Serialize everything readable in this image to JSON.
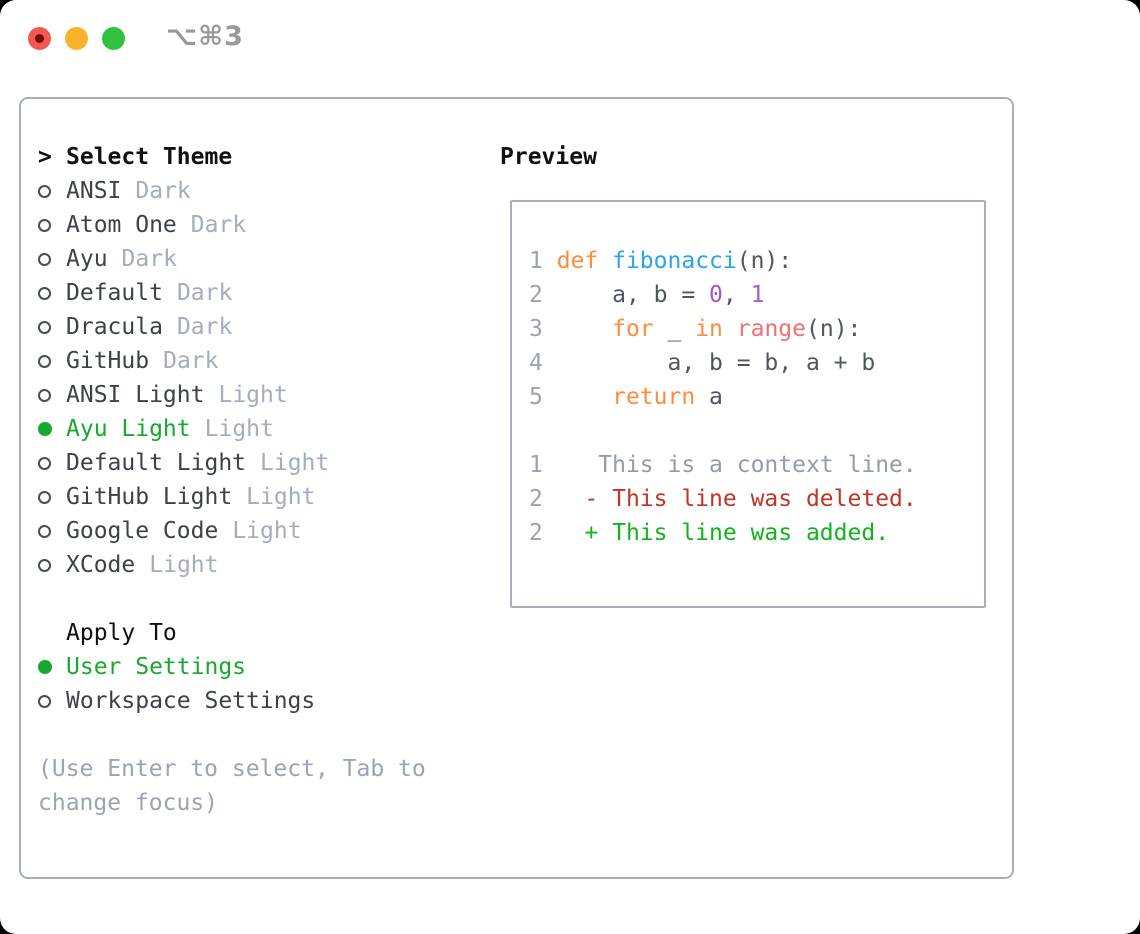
{
  "titlebar": {
    "shortcut": "⌥⌘3",
    "shortcut_color": "#97999e",
    "traffic_lights": [
      {
        "name": "close",
        "color": "#f2584f",
        "has_dot": true,
        "dot_color": "#6e100a"
      },
      {
        "name": "minimize",
        "color": "#f7b32b",
        "has_dot": false,
        "dot_color": ""
      },
      {
        "name": "zoom",
        "color": "#30c13e",
        "has_dot": false,
        "dot_color": ""
      }
    ]
  },
  "colors": {
    "heading": "#101114",
    "item_label": "#3c424a",
    "badge": "#a4adbb",
    "selected_green": "#18a72f",
    "hint": "#9aa4b2",
    "panel_border": "#a9afba"
  },
  "theme_list": {
    "header": {
      "marker": ">",
      "label": "Select Theme"
    },
    "items": [
      {
        "label": "ANSI",
        "badge": "Dark",
        "selected": false
      },
      {
        "label": "Atom One",
        "badge": "Dark",
        "selected": false
      },
      {
        "label": "Ayu",
        "badge": "Dark",
        "selected": false
      },
      {
        "label": "Default",
        "badge": "Dark",
        "selected": false
      },
      {
        "label": "Dracula",
        "badge": "Dark",
        "selected": false
      },
      {
        "label": "GitHub",
        "badge": "Dark",
        "selected": false
      },
      {
        "label": "ANSI Light",
        "badge": "Light",
        "selected": false
      },
      {
        "label": "Ayu Light",
        "badge": "Light",
        "selected": true
      },
      {
        "label": "Default Light",
        "badge": "Light",
        "selected": false
      },
      {
        "label": "GitHub Light",
        "badge": "Light",
        "selected": false
      },
      {
        "label": "Google Code",
        "badge": "Light",
        "selected": false
      },
      {
        "label": "XCode",
        "badge": "Light",
        "selected": false
      }
    ]
  },
  "apply_to": {
    "title": "Apply To",
    "options": [
      {
        "label": "User Settings",
        "selected": true
      },
      {
        "label": "Workspace Settings",
        "selected": false
      }
    ]
  },
  "hint": "(Use Enter to select, Tab to change focus)",
  "preview": {
    "title": "Preview",
    "palette": {
      "ln": "#9aa3b3",
      "pl": "#4e565f",
      "kw": "#fa8d3e",
      "fn": "#2aa4e8",
      "nu": "#a158d2",
      "ca": "#f0716f",
      "ctx": "#939ca7",
      "del": "#c13426",
      "add": "#12b31c"
    },
    "lines": [
      {
        "name": "code-line-1",
        "segs": [
          [
            "1 ",
            "ln"
          ],
          [
            "def",
            "kw"
          ],
          [
            " ",
            "pl"
          ],
          [
            "fibonacci",
            "fn"
          ],
          [
            "(n):",
            "pl"
          ]
        ]
      },
      {
        "name": "code-line-2",
        "segs": [
          [
            "2 ",
            "ln"
          ],
          [
            "    a, b = ",
            "pl"
          ],
          [
            "0",
            "nu"
          ],
          [
            ", ",
            "pl"
          ],
          [
            "1",
            "nu"
          ]
        ]
      },
      {
        "name": "code-line-3",
        "segs": [
          [
            "3 ",
            "ln"
          ],
          [
            "    ",
            "pl"
          ],
          [
            "for",
            "kw"
          ],
          [
            " _ ",
            "pl"
          ],
          [
            "in",
            "kw"
          ],
          [
            " ",
            "pl"
          ],
          [
            "range",
            "ca"
          ],
          [
            "(n):",
            "pl"
          ]
        ]
      },
      {
        "name": "code-line-4",
        "segs": [
          [
            "4 ",
            "ln"
          ],
          [
            "        a, b = b, a + b",
            "pl"
          ]
        ]
      },
      {
        "name": "code-line-5",
        "segs": [
          [
            "5 ",
            "ln"
          ],
          [
            "    ",
            "pl"
          ],
          [
            "return",
            "kw"
          ],
          [
            " a",
            "pl"
          ]
        ]
      },
      {
        "name": "code-line-blank",
        "segs": []
      },
      {
        "name": "diff-context-line",
        "segs": [
          [
            "1 ",
            "ln"
          ],
          [
            "   This is a context line.",
            "ctx"
          ]
        ]
      },
      {
        "name": "diff-deleted-line",
        "segs": [
          [
            "2 ",
            "ln"
          ],
          [
            "  ",
            "pl"
          ],
          [
            "- This line was deleted.",
            "del"
          ]
        ]
      },
      {
        "name": "diff-added-line",
        "segs": [
          [
            "2 ",
            "ln"
          ],
          [
            "  ",
            "pl"
          ],
          [
            "+ This line was added.",
            "add"
          ]
        ]
      }
    ]
  }
}
